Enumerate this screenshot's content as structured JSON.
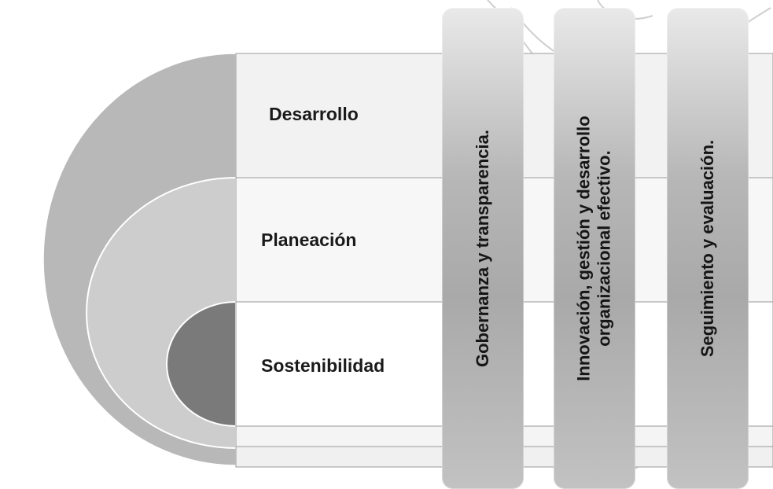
{
  "rows": [
    {
      "label": "Desarrollo"
    },
    {
      "label": "Planeación"
    },
    {
      "label": "Sostenibilidad"
    }
  ],
  "pillars": [
    {
      "lines": [
        "Gobernanza y transparencia."
      ]
    },
    {
      "lines": [
        "Innovación, gestión y desarrollo",
        "organizacional efectivo."
      ]
    },
    {
      "lines": [
        "Seguimiento y evaluación."
      ]
    }
  ],
  "colors": {
    "outer_arc": "#b8b8b8",
    "middle_arc": "#cdcdcd",
    "inner_arc": "#7a7a7a",
    "row_top": "#f2f2f2",
    "row_mid": "#f7f7f7",
    "row_bottom": "#ffffff",
    "ornament": "#c9c9c9"
  }
}
